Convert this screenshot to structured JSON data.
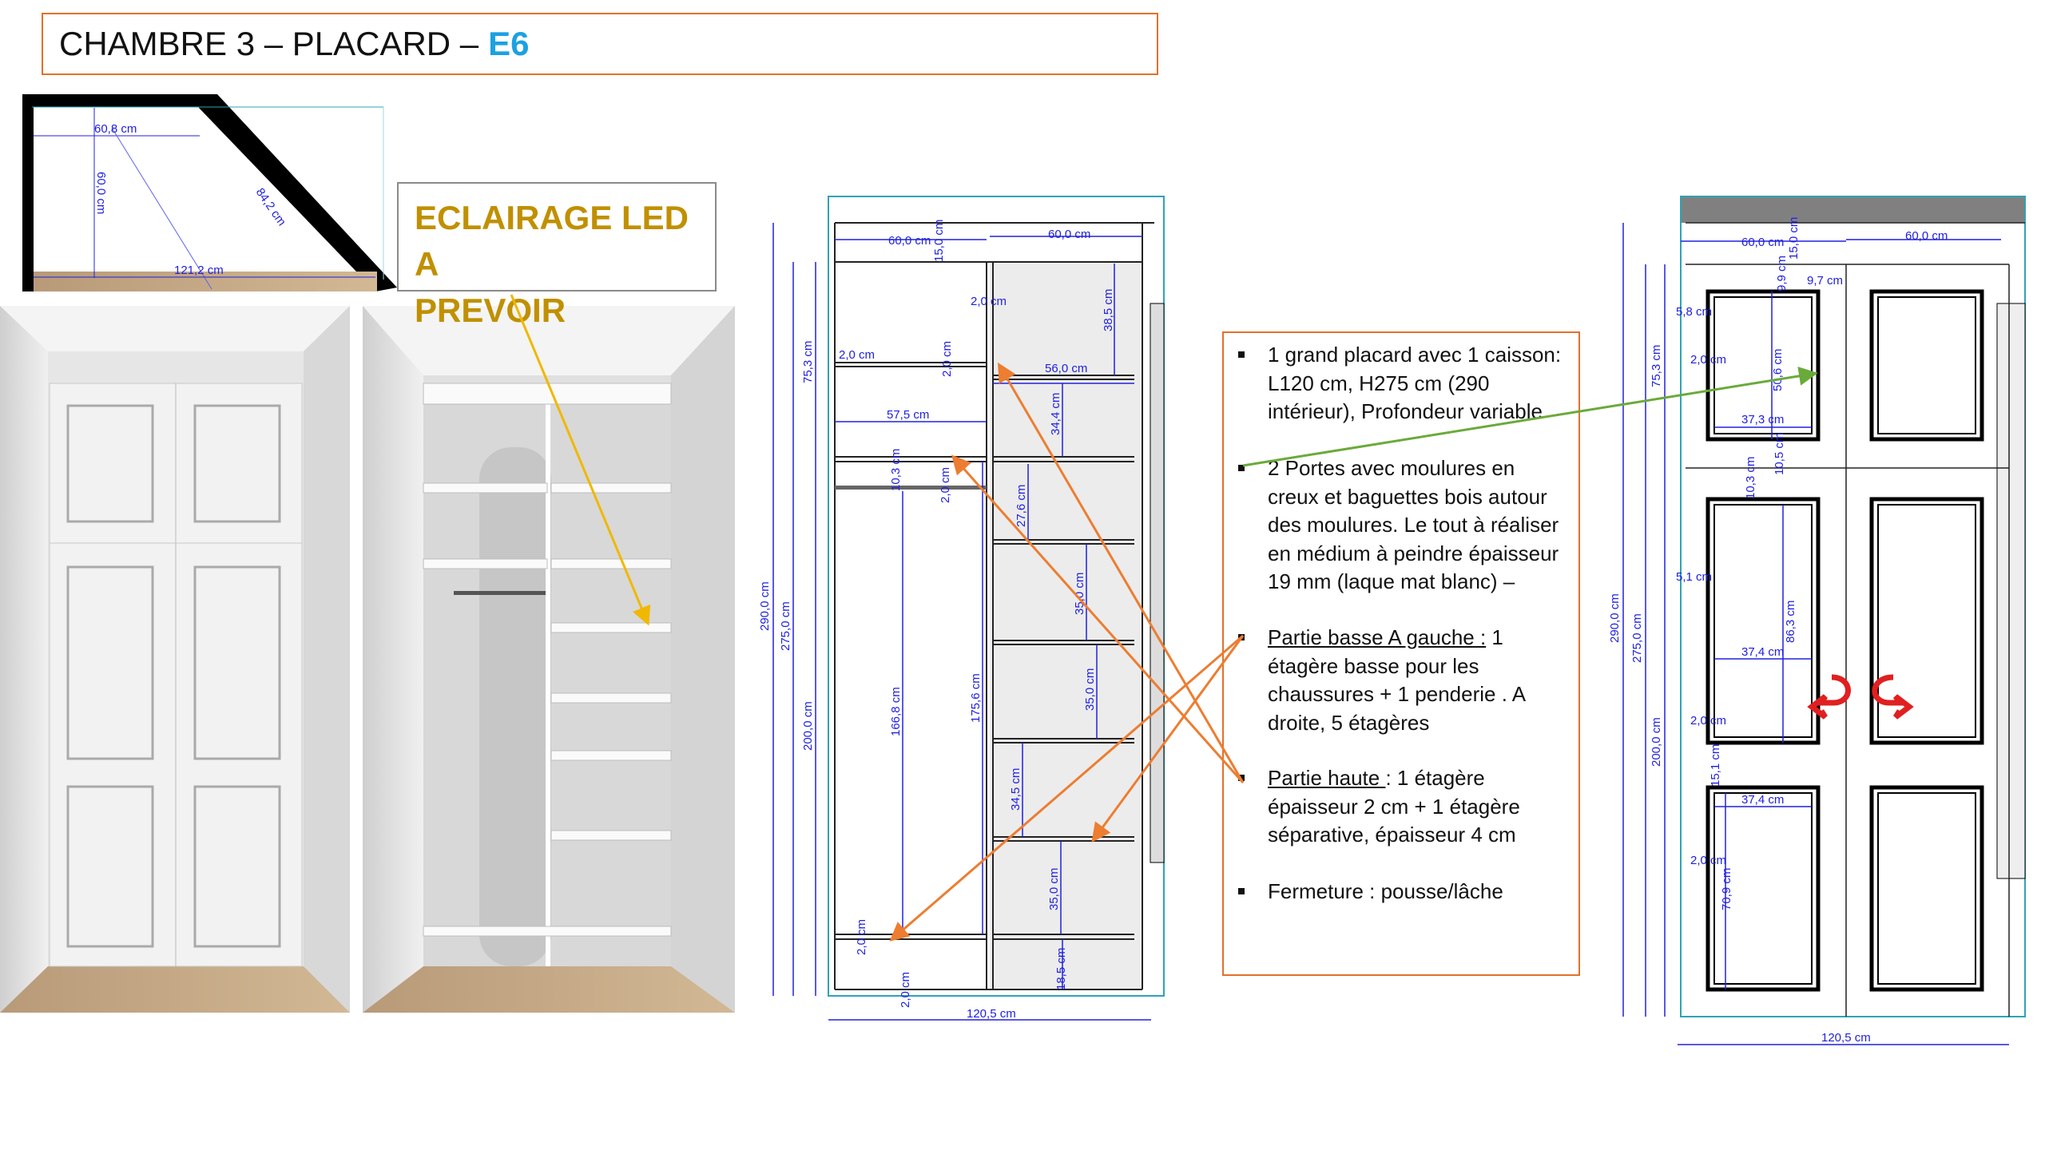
{
  "header": {
    "title": "CHAMBRE 3 – PLACARD –",
    "code": "E6"
  },
  "led_note": {
    "line1": "ECLAIRAGE LED A",
    "line2": "PREVOIR"
  },
  "plan": {
    "top": "60,8 cm",
    "depth": "60,0 cm",
    "diagonal": "84,2 cm",
    "bottom": "121,2 cm"
  },
  "interior_elevation": {
    "total_height": "290,0 cm",
    "inner_height": "275,0 cm",
    "upper_height": "75,3 cm",
    "lower_height": "200,0 cm",
    "top_left_width": "60,0 cm",
    "top_right_width": "60,0 cm",
    "top_band": "15,0 cm",
    "divider": "2,0 cm",
    "upper_right": "38,5 cm",
    "shelf_left_gap": "2,0 cm",
    "shelf_thick": "2,0 cm",
    "right_width": "56,0 cm",
    "right_shelf1": "34,4 cm",
    "left_width": "57,5 cm",
    "rail_gap": "10,3 cm",
    "rail_thick": "2,0 cm",
    "right_shelf2": "27,6 cm",
    "right_shelf3": "35,0 cm",
    "right_shelf4": "35,0 cm",
    "right_shelf5": "34,5 cm",
    "right_shelf6": "35,0 cm",
    "hanging": "166,8 cm",
    "divider_height": "175,6 cm",
    "bottom_shelf": "2,0 cm",
    "plinth_right": "18,5 cm",
    "plinth_left": "2,0 cm",
    "total_width": "120,5 cm"
  },
  "notes": [
    {
      "text": "1 grand placard avec 1 caisson: L120 cm, H275 cm (290 intérieur), Profondeur variable"
    },
    {
      "text": " 2 Portes avec moulures en creux et baguettes bois autour des moulures. Le tout à réaliser en médium à peindre épaisseur 19 mm (laque mat blanc) –"
    },
    {
      "label": "Partie basse A gauche :",
      "text": " 1 étagère basse pour les chaussures + 1 penderie . A droite, 5 étagères"
    },
    {
      "label": "Partie haute ",
      "text": ": 1 étagère épaisseur 2 cm + 1 étagère séparative, épaisseur 4 cm"
    },
    {
      "text": "Fermeture : pousse/lâche"
    }
  ],
  "door_elevation": {
    "total_height": "290,0 cm",
    "inner_height": "275,0 cm",
    "upper_height": "75,3 cm",
    "lower_height": "200,0 cm",
    "top_left_width": "60,0 cm",
    "top_right_width": "60,0 cm",
    "top_band": "15,0 cm",
    "panel_top_gap": "9,9 cm",
    "panel_side_gap": "9,7 cm",
    "edge_gap": "5,8 cm",
    "molding": "2,0 cm",
    "upper_panel_height": "50,6 cm",
    "upper_panel_width": "37,3 cm",
    "upper_panel_bottom": "10,5 cm",
    "mid_panel_top": "10,3 cm",
    "mid_edge": "5,1 cm",
    "mid_panel_width": "37,4 cm",
    "mid_panel_height": "86,3 cm",
    "mid_molding": "2,0 cm",
    "low_gap": "15,1 cm",
    "low_panel_width": "37,4 cm",
    "low_molding": "2,0 cm",
    "low_panel_height": "70,9 cm",
    "total_width": "120,5 cm"
  },
  "colors": {
    "accent": "#e2712b",
    "code": "#1ba1e2",
    "led": "#c09000",
    "dim": "#2020e0",
    "teal": "#2fa3b5",
    "green": "#6aaa3a",
    "arrow_red": "#e02020"
  }
}
